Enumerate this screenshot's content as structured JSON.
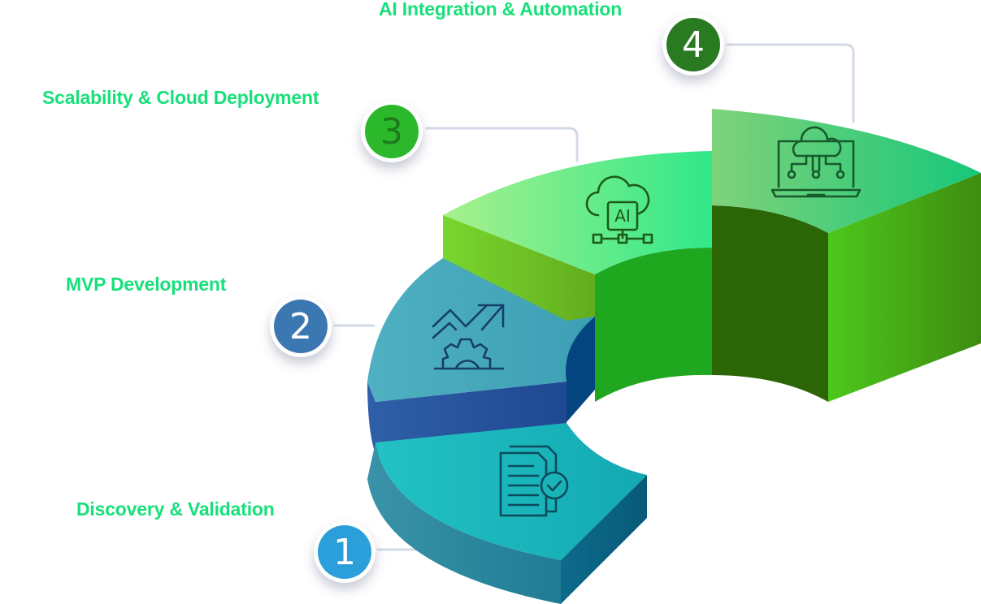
{
  "steps": [
    {
      "number": "1",
      "title": "Discovery & Validation",
      "icon": "document-check-icon",
      "badge_color": "#2b9fd9",
      "number_color": "#ffffff"
    },
    {
      "number": "2",
      "title": "MVP Development",
      "icon": "growth-gear-icon",
      "badge_color": "#3b78b1",
      "number_color": "#ffffff"
    },
    {
      "number": "3",
      "title": "Scalability & Cloud Deployment",
      "icon": "ai-cloud-network-icon",
      "badge_color": "#2bb82b",
      "number_color": "#1d7a1d"
    },
    {
      "number": "4",
      "title": "AI Integration & Automation",
      "icon": "laptop-cloud-circuit-icon",
      "badge_color": "#2a7a22",
      "number_color": "#ffffff"
    }
  ],
  "icon_text": {
    "ai_chip": "AI"
  },
  "colors": {
    "label": "#17e07a",
    "connector": "#d3d9e6"
  }
}
